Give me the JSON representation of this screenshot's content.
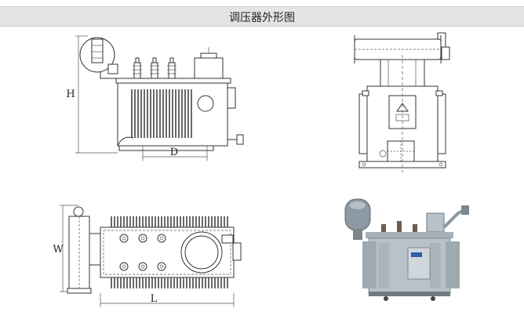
{
  "header": {
    "title": "调压器外形图"
  },
  "drawings": {
    "front_view": {
      "height_label": "H",
      "width_label": "D"
    },
    "plan_view": {
      "width_label": "W",
      "length_label": "L"
    }
  },
  "icons": {
    "front": "transformer-front-elevation-icon",
    "side": "transformer-side-elevation-icon",
    "plan": "transformer-plan-view-icon",
    "photo": "transformer-photo-icon"
  }
}
